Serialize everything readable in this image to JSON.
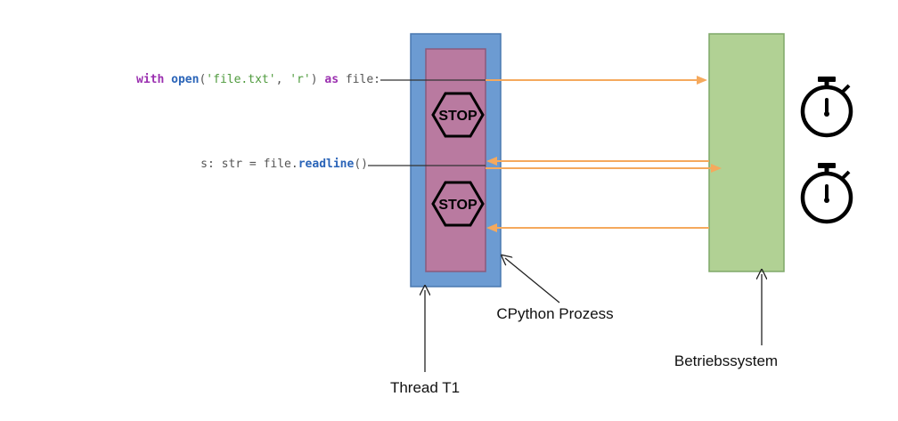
{
  "code": {
    "line1": {
      "tokens": [
        {
          "text": "with ",
          "role": "keyword"
        },
        {
          "text": "open",
          "role": "builtin"
        },
        {
          "text": "(",
          "role": "plain"
        },
        {
          "text": "'file.txt'",
          "role": "string"
        },
        {
          "text": ", ",
          "role": "plain"
        },
        {
          "text": "'r'",
          "role": "string"
        },
        {
          "text": ") ",
          "role": "plain"
        },
        {
          "text": "as",
          "role": "keyword"
        },
        {
          "text": " file:",
          "role": "plain"
        }
      ]
    },
    "line2": {
      "tokens": [
        {
          "text": "s: str = file.",
          "role": "plain"
        },
        {
          "text": "readline",
          "role": "builtin"
        },
        {
          "text": "()",
          "role": "plain"
        }
      ]
    }
  },
  "stop_sign_text": "STOP",
  "labels": {
    "thread": "Thread T1",
    "process": "CPython Prozess",
    "os": "Betriebssystem"
  },
  "colors": {
    "thread_fill": "#6c9bd2",
    "thread_stroke": "#4a78b0",
    "process_fill": "#b97aa0",
    "process_stroke": "#8a5a7c",
    "os_fill": "#b1d194",
    "os_stroke": "#7fa868",
    "arrow_orange": "#f5a95d",
    "keyword": "#9b30b0",
    "builtin": "#2a64b8",
    "string": "#4e9a3c",
    "plain": "#555555"
  },
  "icons": [
    "stop-sign-icon",
    "stopwatch-icon"
  ]
}
